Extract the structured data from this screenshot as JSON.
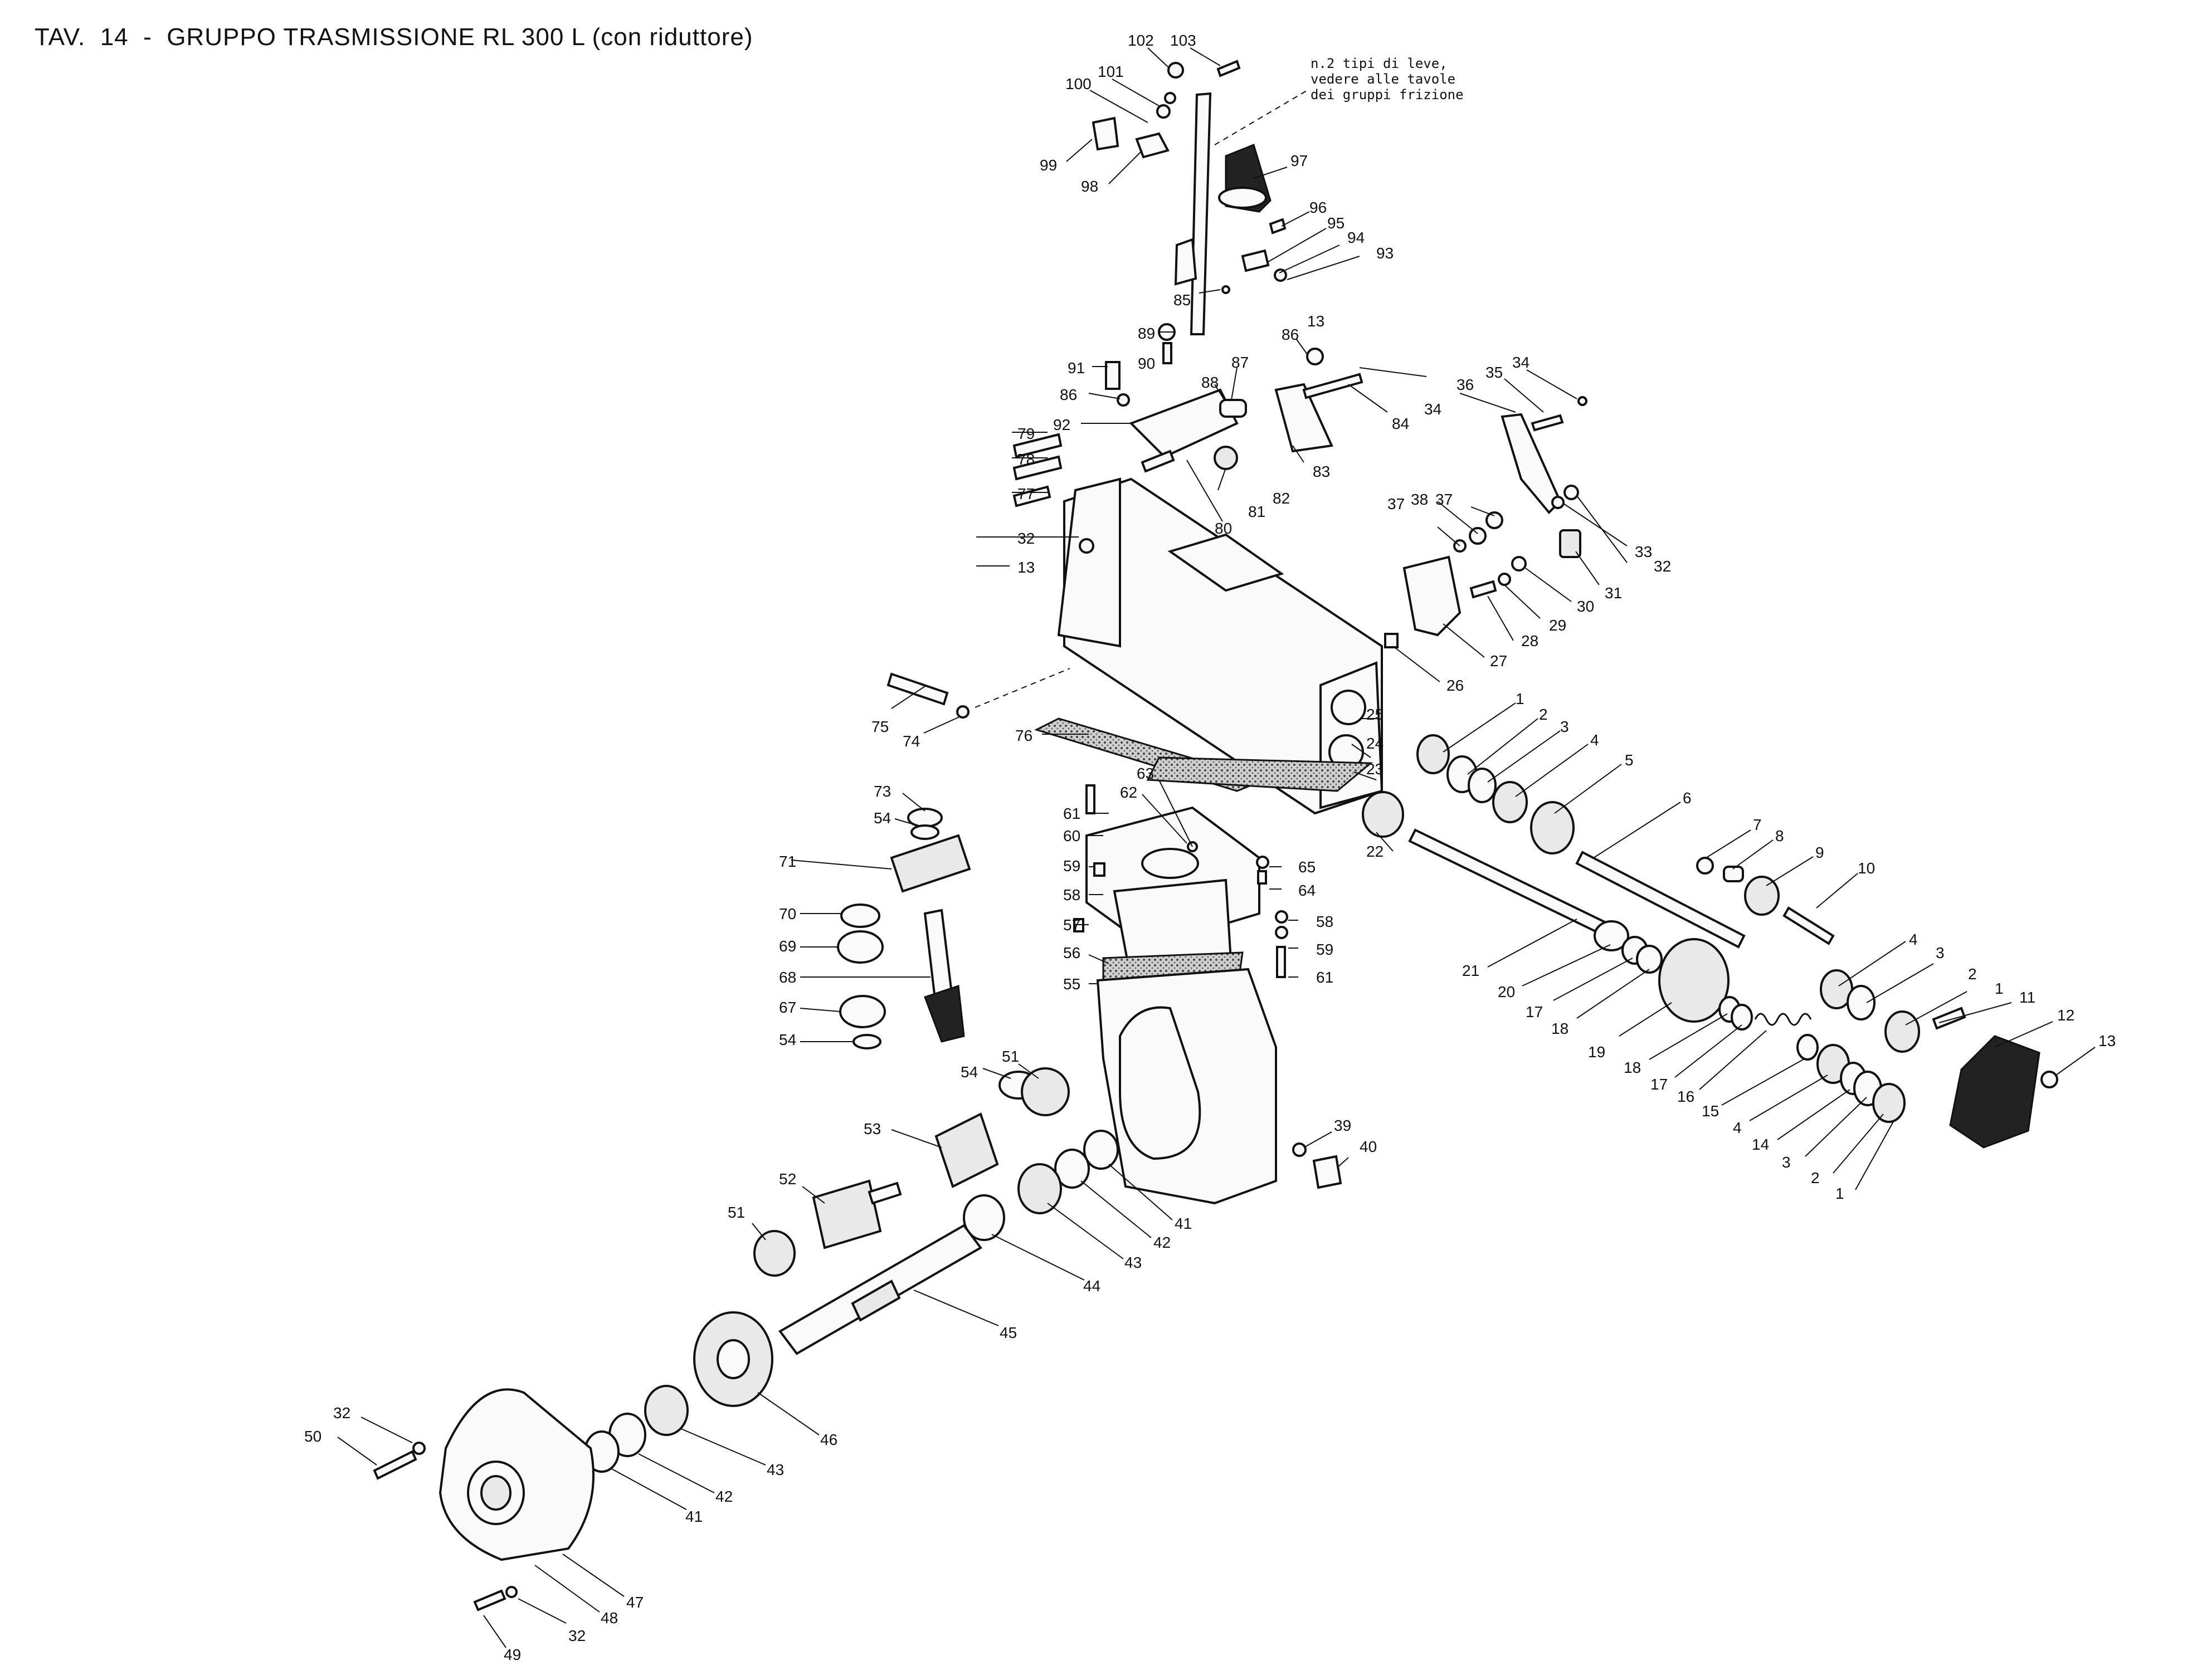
{
  "header": {
    "tav": "TAV.",
    "number": "14",
    "sep": "-",
    "title": "GRUPPO TRASMISSIONE RL 300 L (con riduttore)"
  },
  "note": {
    "line1": "n.2 tipi di leve,",
    "line2": "vedere alle tavole",
    "line3": "dei gruppi frizione"
  },
  "labels": {
    "l1a": "1",
    "l1b": "1",
    "l1c": "1",
    "l2a": "2",
    "l2b": "2",
    "l2c": "2",
    "l3a": "3",
    "l3b": "3",
    "l3c": "3",
    "l4a": "4",
    "l4b": "4",
    "l4c": "4",
    "l5": "5",
    "l6": "6",
    "l7": "7",
    "l8": "8",
    "l9": "9",
    "l10": "10",
    "l11": "11",
    "l12": "12",
    "l13a": "13",
    "l13b": "13",
    "l13c": "13",
    "l14": "14",
    "l15": "15",
    "l16": "16",
    "l17a": "17",
    "l17b": "17",
    "l18a": "18",
    "l18b": "18",
    "l19": "19",
    "l20": "20",
    "l21": "21",
    "l22": "22",
    "l23": "23",
    "l24": "24",
    "l25": "25",
    "l26": "26",
    "l27": "27",
    "l28": "28",
    "l29": "29",
    "l30": "30",
    "l31": "31",
    "l32a": "32",
    "l32b": "32",
    "l32c": "32",
    "l32d": "32",
    "l33": "33",
    "l34a": "34",
    "l34b": "34",
    "l35": "35",
    "l36": "36",
    "l37a": "37",
    "l37b": "37",
    "l38": "38",
    "l39": "39",
    "l40": "40",
    "l41a": "41",
    "l41b": "41",
    "l42a": "42",
    "l42b": "42",
    "l43a": "43",
    "l43b": "43",
    "l44": "44",
    "l45": "45",
    "l46": "46",
    "l47": "47",
    "l48": "48",
    "l49": "49",
    "l50": "50",
    "l51a": "51",
    "l51b": "51",
    "l52": "52",
    "l53": "53",
    "l54a": "54",
    "l54b": "54",
    "l54c": "54",
    "l55": "55",
    "l56": "56",
    "l57": "57",
    "l58a": "58",
    "l58b": "58",
    "l59a": "59",
    "l59b": "59",
    "l60": "60",
    "l61a": "61",
    "l61b": "61",
    "l62": "62",
    "l63": "63",
    "l64": "64",
    "l65": "65",
    "l67": "67",
    "l68": "68",
    "l69": "69",
    "l70": "70",
    "l71": "71",
    "l73": "73",
    "l74": "74",
    "l75": "75",
    "l76": "76",
    "l77": "77",
    "l78": "78",
    "l79": "79",
    "l80": "80",
    "l81": "81",
    "l82": "82",
    "l83": "83",
    "l84": "84",
    "l85": "85",
    "l86a": "86",
    "l86b": "86",
    "l87": "87",
    "l88": "88",
    "l89": "89",
    "l90": "90",
    "l91": "91",
    "l92": "92",
    "l93": "93",
    "l94": "94",
    "l95": "95",
    "l96": "96",
    "l97": "97",
    "l98": "98",
    "l99": "99",
    "l100": "100",
    "l101": "101",
    "l102": "102",
    "l103": "103"
  }
}
